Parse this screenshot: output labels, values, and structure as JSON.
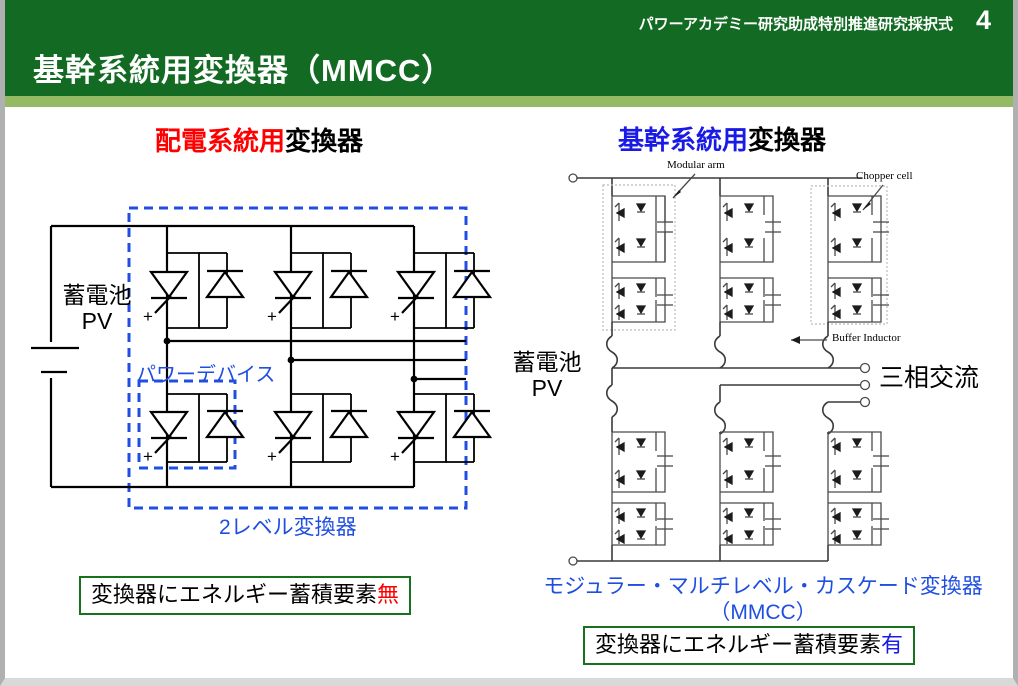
{
  "header": {
    "meta_text": "パワーアカデミー研究助成特別推進研究採択式",
    "page_number": "4",
    "title": "基幹系統用変換器（MMCC）",
    "band_color": "#136B23",
    "stripe_color": "#94bb63"
  },
  "left_panel": {
    "heading_highlight": "配電系統用",
    "heading_highlight_color": "#ff0000",
    "heading_rest": "変換器",
    "source_label_line1": "蓄電池",
    "source_label_line2": "PV",
    "annotation_power_device": "パワーデバイス",
    "annotation_converter": "2レベル変換器",
    "annotation_color": "#1f4ee0",
    "conclusion_text": "変換器にエネルギー蓄積要素",
    "conclusion_emphasis": "無",
    "conclusion_emphasis_color": "#ff0000",
    "conclusion_border_color": "#17711f"
  },
  "right_panel": {
    "heading_highlight": "基幹系統用",
    "heading_highlight_color": "#1a1ae6",
    "heading_rest": "変換器",
    "source_label_line1": "蓄電池",
    "source_label_line2": "PV",
    "output_label": "三相交流",
    "callout_modular_arm": "Modular arm",
    "callout_chopper_cell": "Chopper cell",
    "callout_buffer_inductor": "Buffer Inductor",
    "caption_line1": "モジュラー・マルチレベル・カスケード変換器",
    "caption_line2": "（MMCC）",
    "caption_color": "#1f4ee0",
    "conclusion_text": "変換器にエネルギー蓄積要素",
    "conclusion_emphasis": "有",
    "conclusion_emphasis_color": "#1a1ae6",
    "conclusion_border_color": "#17711f"
  }
}
